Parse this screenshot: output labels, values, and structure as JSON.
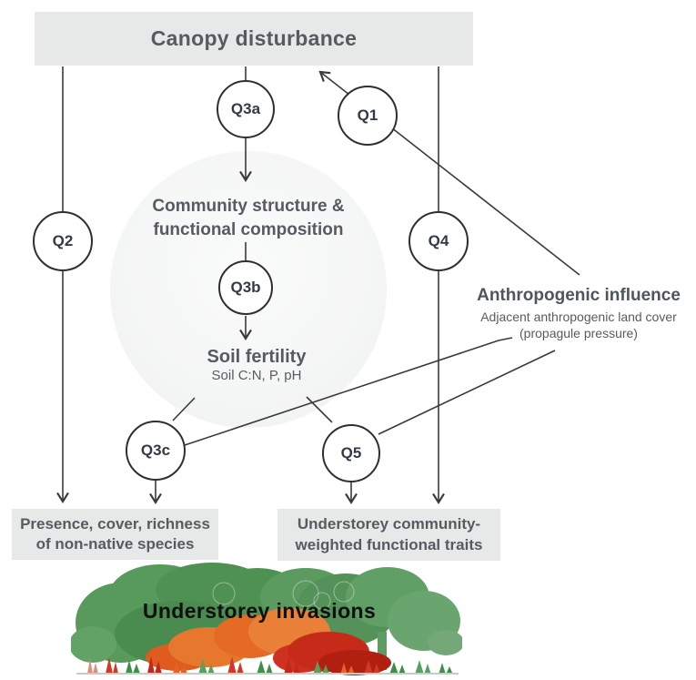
{
  "canopy": {
    "label": "Canopy disturbance"
  },
  "community": {
    "line1": "Community structure &",
    "line2": "functional composition"
  },
  "soil": {
    "title": "Soil fertility",
    "detail": "Soil C:N, P, pH"
  },
  "anthropogenic": {
    "title": "Anthropogenic influence",
    "sub1": "Adjacent anthropogenic land cover",
    "sub2": "(propagule pressure)"
  },
  "outcome_nonnative": {
    "line1": "Presence, cover, richness",
    "line2": "of non-native species"
  },
  "outcome_traits": {
    "line1": "Understorey community-",
    "line2": "weighted functional traits"
  },
  "illustration": {
    "caption": "Understorey invasions"
  },
  "nodes": {
    "q1": "Q1",
    "q2": "Q2",
    "q3a": "Q3a",
    "q3b": "Q3b",
    "q3c": "Q3c",
    "q4": "Q4",
    "q5": "Q5"
  },
  "colors": {
    "box_bg": "#e6e9e7",
    "box_text": "#565b62",
    "connector": "#3a3a3a",
    "node_border": "#2f2f2f",
    "node_text": "#333a45",
    "halo": "#f1f2f2",
    "caption_text": "#101010",
    "bush_green": "#4f9153",
    "bush_sage": "#6aa56f",
    "bush_orange": "#e8772e",
    "bush_red": "#c62b1a"
  }
}
